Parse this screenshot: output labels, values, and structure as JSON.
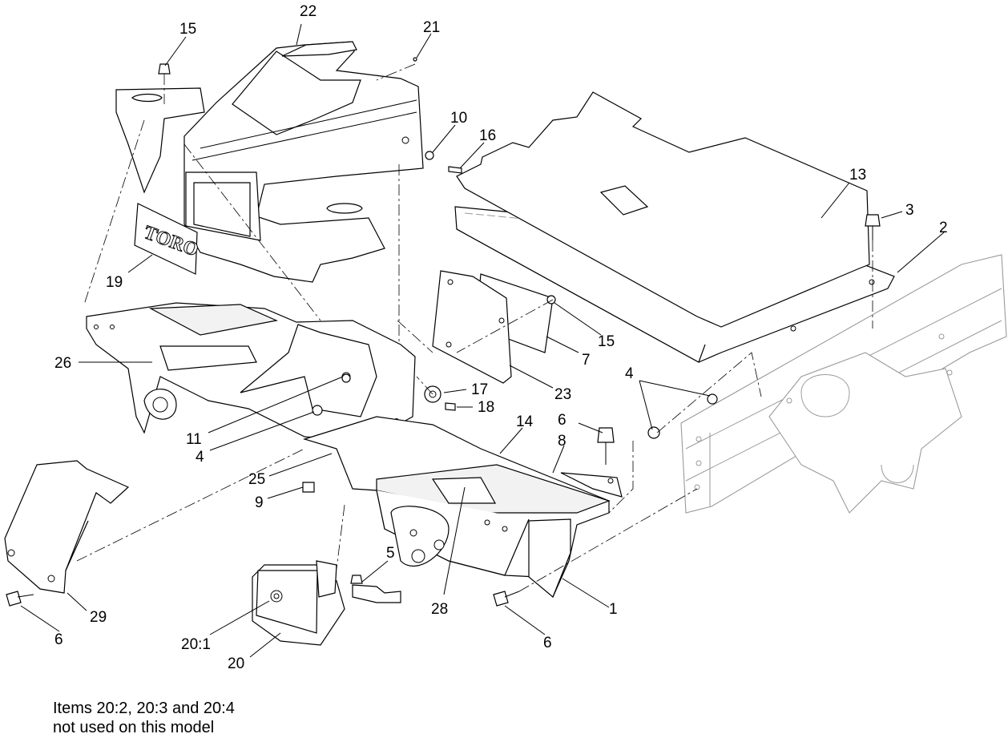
{
  "diagram": {
    "logo_text": "TORO",
    "callouts": [
      {
        "id": "c1",
        "label": "1"
      },
      {
        "id": "c2",
        "label": "2"
      },
      {
        "id": "c3",
        "label": "3"
      },
      {
        "id": "c4a",
        "label": "4"
      },
      {
        "id": "c4b",
        "label": "4"
      },
      {
        "id": "c5",
        "label": "5"
      },
      {
        "id": "c6a",
        "label": "6"
      },
      {
        "id": "c6b",
        "label": "6"
      },
      {
        "id": "c6c",
        "label": "6"
      },
      {
        "id": "c7",
        "label": "7"
      },
      {
        "id": "c8",
        "label": "8"
      },
      {
        "id": "c9",
        "label": "9"
      },
      {
        "id": "c10",
        "label": "10"
      },
      {
        "id": "c11",
        "label": "11"
      },
      {
        "id": "c13",
        "label": "13"
      },
      {
        "id": "c14",
        "label": "14"
      },
      {
        "id": "c15a",
        "label": "15"
      },
      {
        "id": "c15b",
        "label": "15"
      },
      {
        "id": "c16",
        "label": "16"
      },
      {
        "id": "c17",
        "label": "17"
      },
      {
        "id": "c18",
        "label": "18"
      },
      {
        "id": "c19",
        "label": "19"
      },
      {
        "id": "c20",
        "label": "20"
      },
      {
        "id": "c20_1",
        "label": "20:1"
      },
      {
        "id": "c21",
        "label": "21"
      },
      {
        "id": "c22",
        "label": "22"
      },
      {
        "id": "c23",
        "label": "23"
      },
      {
        "id": "c25",
        "label": "25"
      },
      {
        "id": "c26",
        "label": "26"
      },
      {
        "id": "c28",
        "label": "28"
      },
      {
        "id": "c29",
        "label": "29"
      }
    ]
  },
  "note": {
    "line1": "Items 20:2, 20:3 and 20:4",
    "line2": "not used on this model"
  }
}
